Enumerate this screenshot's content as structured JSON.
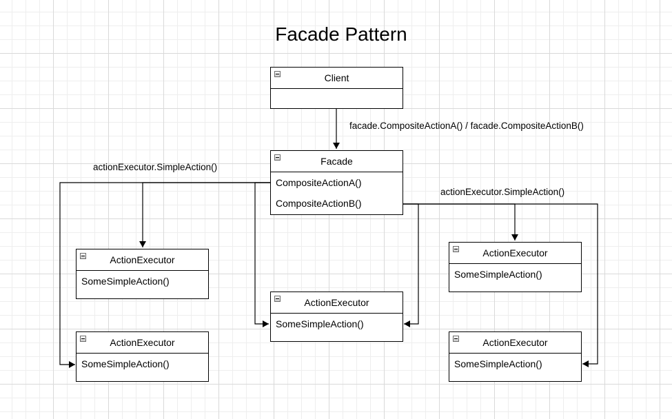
{
  "diagram": {
    "title": "Facade Pattern",
    "client": {
      "name": "Client"
    },
    "facade": {
      "name": "Facade",
      "methods": [
        "CompositeActionA()",
        "CompositeActionB()"
      ]
    },
    "executors": [
      {
        "name": "ActionExecutor",
        "methods": [
          "SomeSimpleAction()"
        ]
      },
      {
        "name": "ActionExecutor",
        "methods": [
          "SomeSimpleAction()"
        ]
      },
      {
        "name": "ActionExecutor",
        "methods": [
          "SomeSimpleAction()"
        ]
      },
      {
        "name": "ActionExecutor",
        "methods": [
          "SomeSimpleAction()"
        ]
      },
      {
        "name": "ActionExecutor",
        "methods": [
          "SomeSimpleAction()"
        ]
      }
    ],
    "labels": {
      "client_to_facade": "facade.CompositeActionA() / facade.CompositeActionB()",
      "facade_left_calls": "actionExecutor.SimpleAction()",
      "facade_right_calls": "actionExecutor.SimpleAction()"
    },
    "icons": {
      "collapse": "collapse-icon"
    }
  }
}
